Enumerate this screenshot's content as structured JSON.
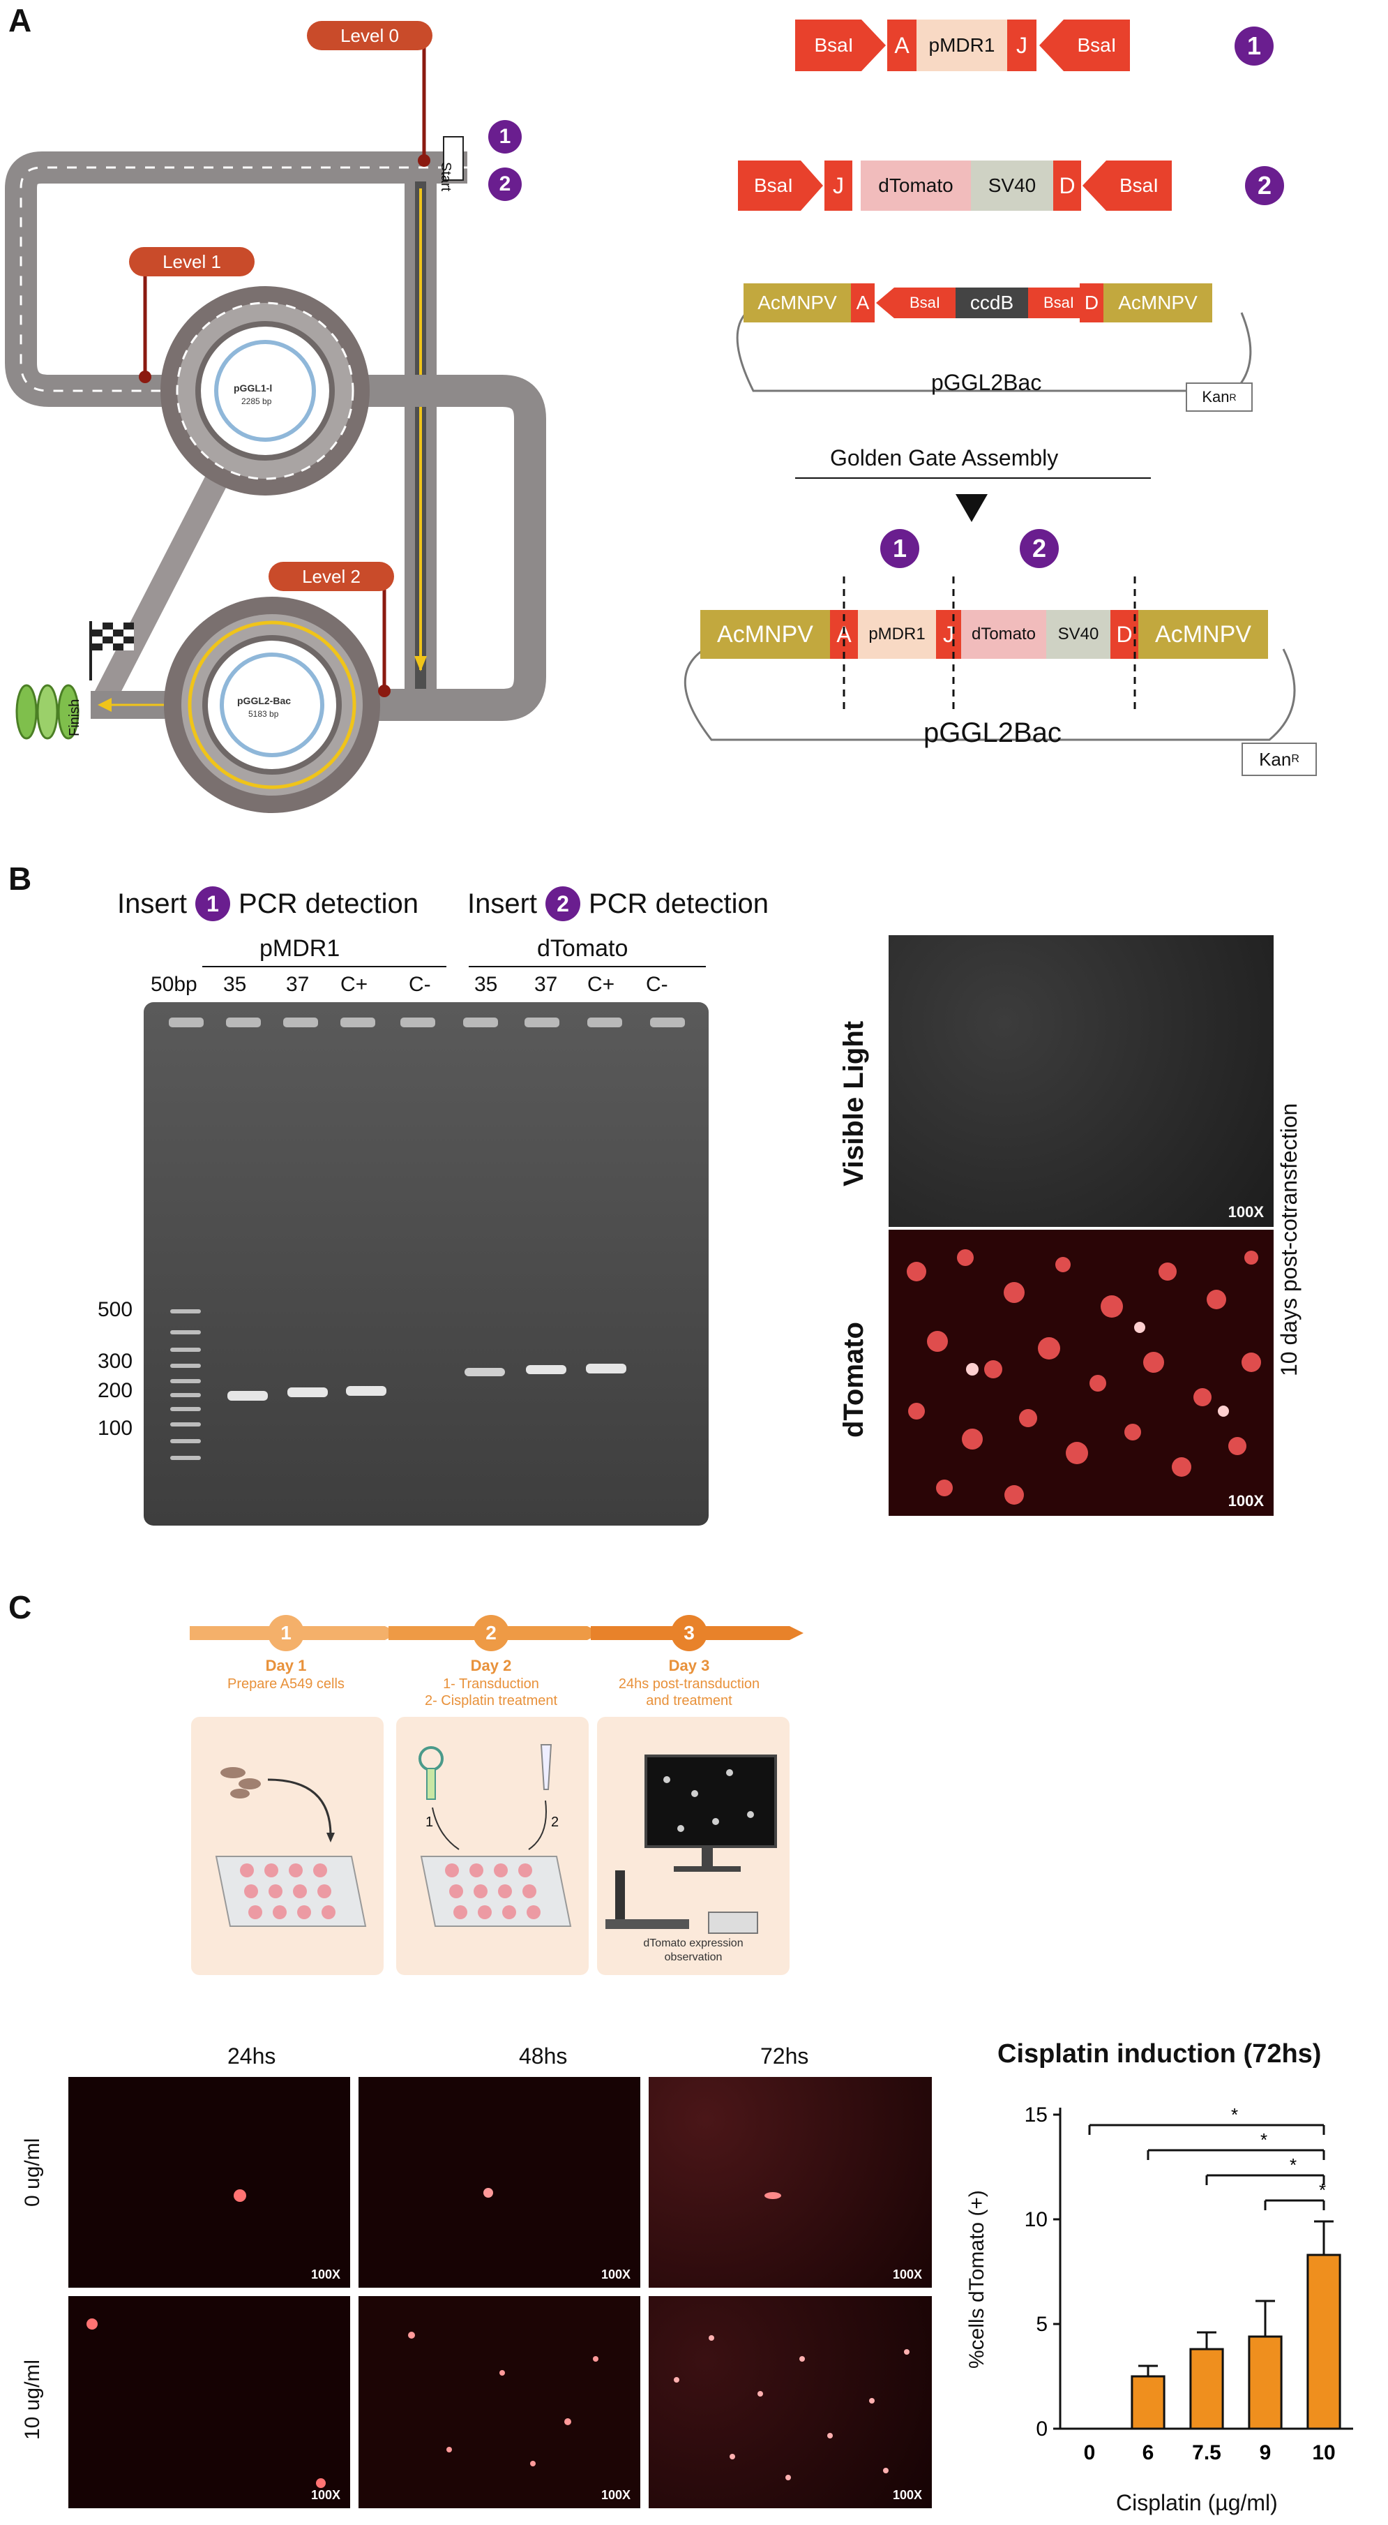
{
  "panels": {
    "a": "A",
    "b": "B",
    "c": "C"
  },
  "panel_a": {
    "levels": [
      "Level 0",
      "Level 1",
      "Level 2"
    ],
    "markers": [
      "1",
      "2"
    ],
    "start": "Start",
    "finish": "Finish",
    "plasmid1": {
      "name": "pGGL1-l",
      "size": "2285 bp"
    },
    "plasmid2": {
      "name": "pGGL2-Bac",
      "size": "5183 bp"
    },
    "insert1": {
      "left": "BsaI",
      "a": "A",
      "mid": "pMDR1",
      "j": "J",
      "right": "BsaI",
      "num": "1"
    },
    "insert2": {
      "left": "BsaI",
      "j": "J",
      "mid1": "dTomato",
      "mid2": "SV40",
      "d": "D",
      "right": "BsaI",
      "num": "2"
    },
    "vector": {
      "l": "AcMNPV",
      "a": "A",
      "bsa1": "BsaI",
      "ccdb": "ccdB",
      "bsa2": "BsaI",
      "d": "D",
      "r": "AcMNPV",
      "name": "pGGL2Bac",
      "kan": "Kan",
      "kan_sup": "R"
    },
    "assembly_title": "Golden Gate Assembly",
    "final": {
      "l": "AcMNPV",
      "a": "A",
      "p": "pMDR1",
      "j": "J",
      "t": "dTomato",
      "s": "SV40",
      "d": "D",
      "r": "AcMNPV",
      "name": "pGGL2Bac",
      "kan": "Kan",
      "kan_sup": "R",
      "n1": "1",
      "n2": "2"
    }
  },
  "panel_b": {
    "insert_prefix": "Insert",
    "pcr1": "PCR detection",
    "pcr2": "PCR detection",
    "n1": "1",
    "n2": "2",
    "group1": "pMDR1",
    "group2": "dTomato",
    "lanes": [
      "50bp",
      "35",
      "37",
      "C+",
      "C-",
      "35",
      "37",
      "C+",
      "C-"
    ],
    "sizes": [
      "500",
      "300",
      "200",
      "100"
    ],
    "micro": {
      "top_label": "Visible Light",
      "bottom_label": "dTomato",
      "side_label": "10 days post-cotransfection",
      "scale": "100X"
    }
  },
  "panel_c": {
    "steps": [
      {
        "num": "1",
        "day": "Day 1",
        "desc": "Prepare A549 cells",
        "desc2": ""
      },
      {
        "num": "2",
        "day": "Day 2",
        "desc": "1- Transduction",
        "desc2": "2- Cisplatin treatment"
      },
      {
        "num": "3",
        "day": "Day 3",
        "desc": "24hs post-transduction",
        "desc2": "and treatment"
      }
    ],
    "step3_caption": "dTomato expression",
    "step3_caption2": "observation",
    "arrow_labels": [
      "1",
      "2"
    ],
    "times": [
      "24hs",
      "48hs",
      "72hs"
    ],
    "doses": [
      "0 ug/ml",
      "10 ug/ml"
    ],
    "scale": "100X"
  },
  "chart_data": {
    "type": "bar",
    "title": "Cisplatin induction (72hs)",
    "xlabel": "Cisplatin (µg/ml)",
    "ylabel": "%cells dTomato (+)",
    "categories": [
      "0",
      "6",
      "7.5",
      "9",
      "10"
    ],
    "values": [
      0,
      2.5,
      3.8,
      4.4,
      8.3
    ],
    "errors": [
      0,
      0.5,
      0.8,
      1.7,
      1.6
    ],
    "ylim": [
      0,
      15
    ],
    "yticks": [
      "0",
      "5",
      "10",
      "15"
    ],
    "significance": [
      "*",
      "*",
      "*",
      "*"
    ],
    "colors": {
      "bar": "#ef8f1e",
      "edge": "#111111"
    }
  }
}
